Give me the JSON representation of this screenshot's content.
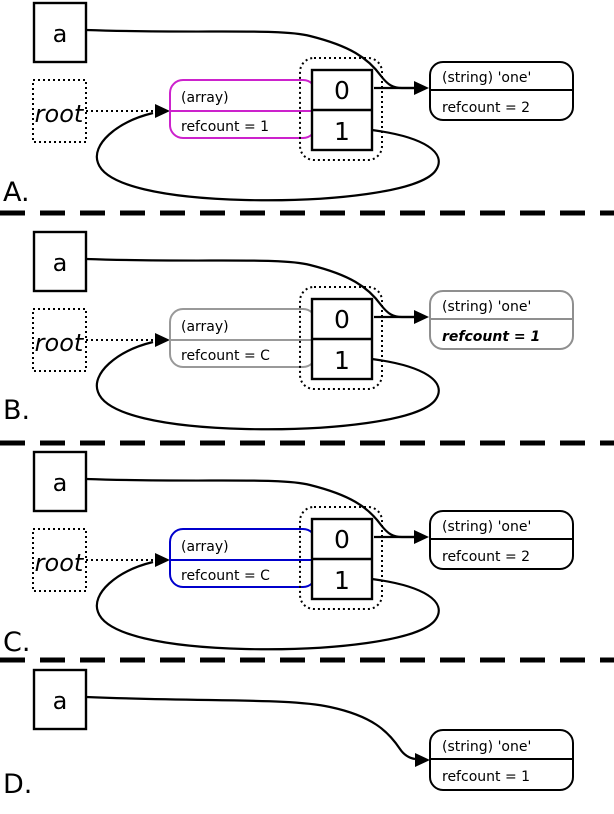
{
  "diagram_title": "reference-counting cycle collection steps",
  "colors": {
    "panel_a_array_highlight": "#cc22cc",
    "panel_b_dim_gray": "#999999",
    "panel_b_string_gray": "#8f8f8f",
    "panel_b_refcount_gray": "#777777",
    "panel_c_array_highlight": "#0000cc",
    "black": "#000000"
  },
  "panels": [
    {
      "label": "A.",
      "variable": {
        "name": "a"
      },
      "root": {
        "name": "root"
      },
      "array_node": {
        "type": "(array)",
        "refcount": "refcount = 1",
        "color": "#cc22cc"
      },
      "array_cells": {
        "cell0": "0",
        "cell1": "1"
      },
      "string_node": {
        "type": "(string) 'one'",
        "refcount": "refcount = 2",
        "color": "#000000",
        "text_color": "#000000",
        "refcount_color": "#000000"
      }
    },
    {
      "label": "B.",
      "variable": {
        "name": "a"
      },
      "root": {
        "name": "root"
      },
      "array_node": {
        "type": "(array)",
        "refcount": "refcount = C",
        "color": "#999999"
      },
      "array_cells": {
        "cell0": "0",
        "cell1": "1"
      },
      "string_node": {
        "type": "(string) 'one'",
        "refcount": "refcount = 1",
        "color": "#8f8f8f",
        "text_color": "#8f8f8f",
        "refcount_color": "#777777"
      }
    },
    {
      "label": "C.",
      "variable": {
        "name": "a"
      },
      "root": {
        "name": "root"
      },
      "array_node": {
        "type": "(array)",
        "refcount": "refcount = C",
        "color": "#0000cc"
      },
      "array_cells": {
        "cell0": "0",
        "cell1": "1"
      },
      "string_node": {
        "type": "(string) 'one'",
        "refcount": "refcount = 2",
        "color": "#000000",
        "text_color": "#000000",
        "refcount_color": "#000000"
      }
    },
    {
      "label": "D.",
      "variable": {
        "name": "a"
      },
      "string_node": {
        "type": "(string) 'one'",
        "refcount": "refcount = 1",
        "color": "#000000",
        "text_color": "#000000",
        "refcount_color": "#000000"
      }
    }
  ]
}
